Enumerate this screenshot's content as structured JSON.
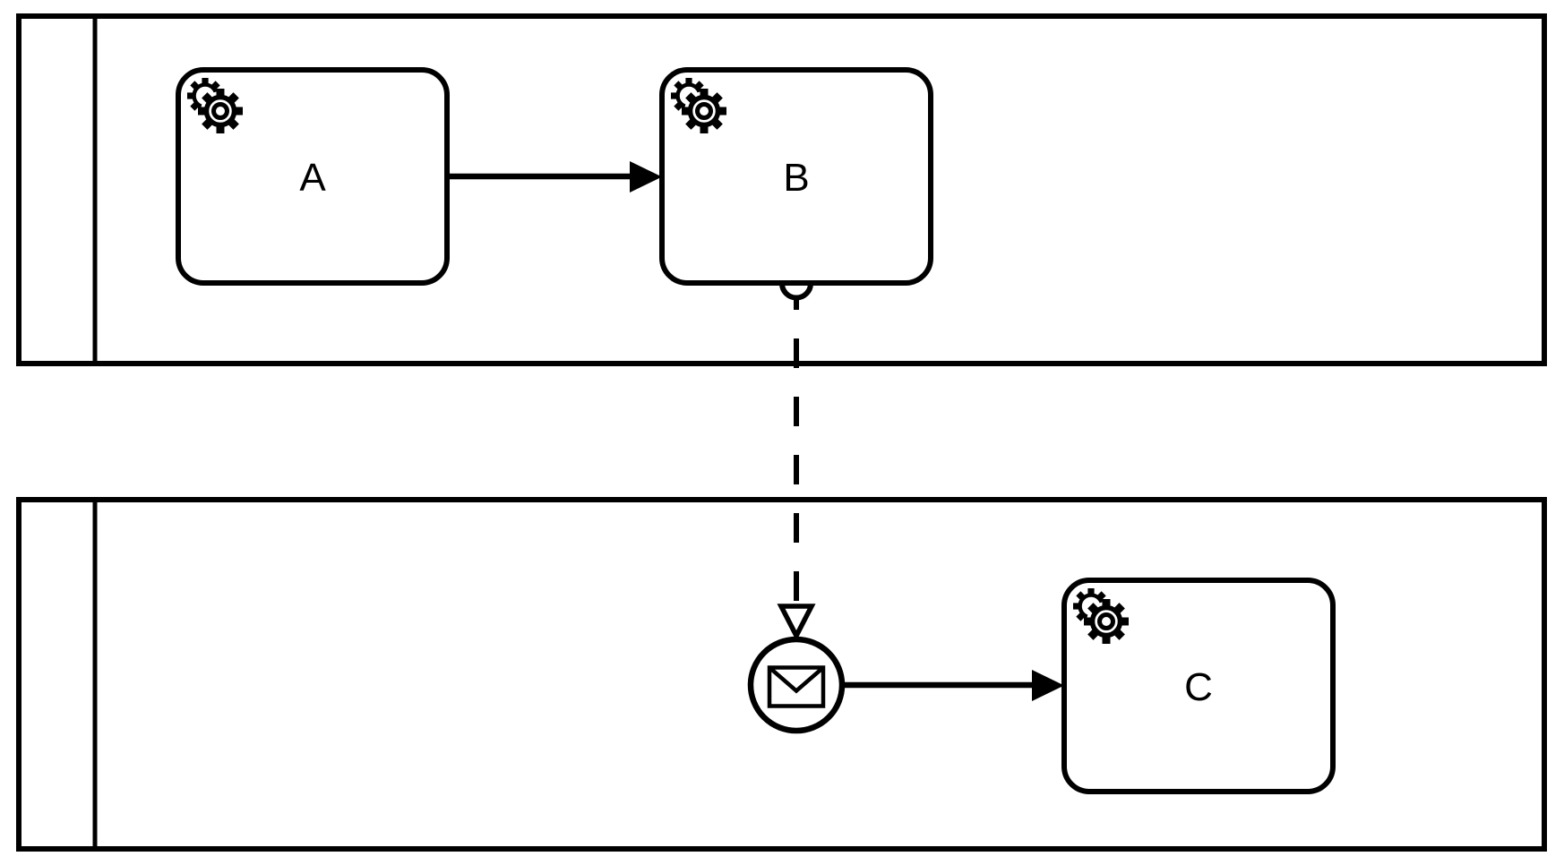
{
  "diagram": {
    "kind": "bpmn-collaboration",
    "colors": {
      "stroke": "#000000",
      "fill": "#ffffff"
    },
    "pools": [
      {
        "id": "pool-top",
        "label": ""
      },
      {
        "id": "pool-bottom",
        "label": ""
      }
    ],
    "tasks": [
      {
        "id": "task-a",
        "label": "A",
        "type": "service-task",
        "icon": "gear-icon"
      },
      {
        "id": "task-b",
        "label": "B",
        "type": "service-task",
        "icon": "gear-icon"
      },
      {
        "id": "task-c",
        "label": "C",
        "type": "service-task",
        "icon": "gear-icon"
      }
    ],
    "events": [
      {
        "id": "message-start-event",
        "type": "message-start-event",
        "icon": "envelope-icon"
      }
    ],
    "flows": [
      {
        "id": "flow-a-b",
        "type": "sequence-flow",
        "from": "A",
        "to": "B",
        "style": "solid-filled-arrow"
      },
      {
        "id": "flow-b-message-event",
        "type": "message-flow",
        "from": "B",
        "to": "message-start-event",
        "style": "dashed-open-arrow-circle-source"
      },
      {
        "id": "flow-event-c",
        "type": "sequence-flow",
        "from": "message-start-event",
        "to": "C",
        "style": "solid-filled-arrow"
      }
    ]
  }
}
